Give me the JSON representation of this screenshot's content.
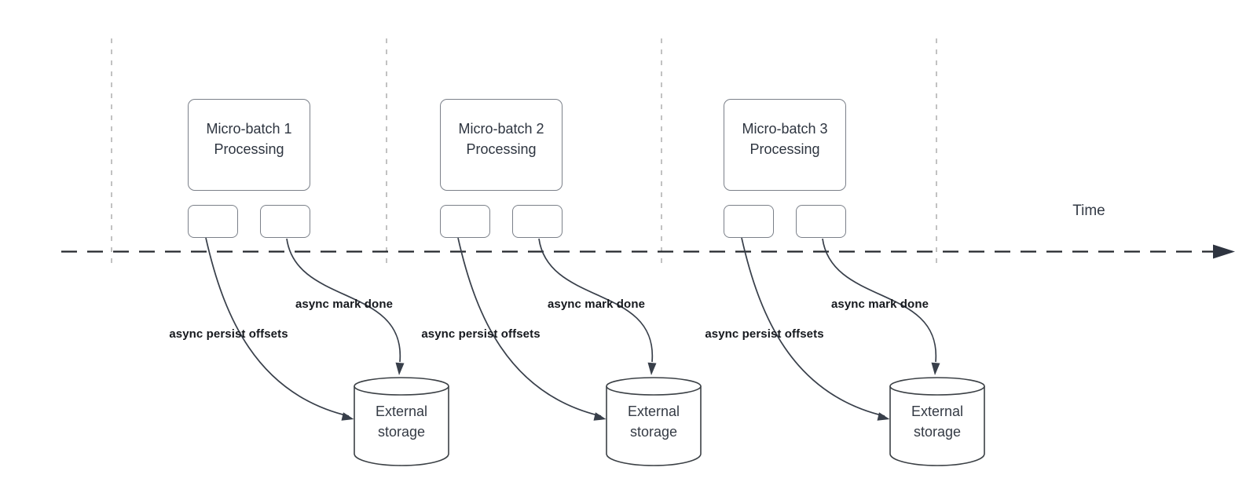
{
  "time_axis": {
    "label": "Time"
  },
  "batches": [
    {
      "box_label": "Micro-batch 1 Processing",
      "persist_arrow_label": "async persist offsets",
      "done_arrow_label": "async mark done",
      "storage_label": "External storage"
    },
    {
      "box_label": "Micro-batch 2 Processing",
      "persist_arrow_label": "async persist offsets",
      "done_arrow_label": "async mark done",
      "storage_label": "External storage"
    },
    {
      "box_label": "Micro-batch 3 Processing",
      "persist_arrow_label": "async persist offsets",
      "done_arrow_label": "async mark done",
      "storage_label": "External storage"
    }
  ]
}
